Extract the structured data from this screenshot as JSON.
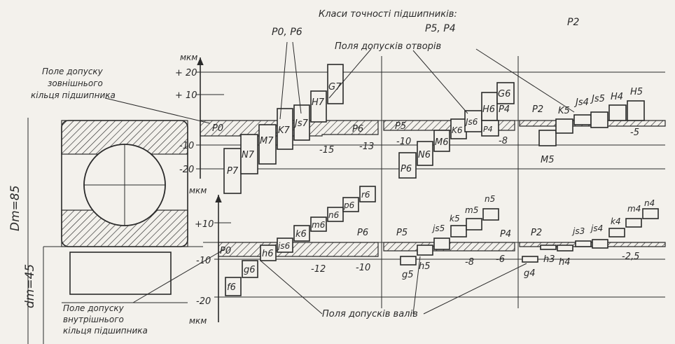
{
  "header": {
    "title": "Класи точності підшипників:",
    "class_p0p6": "P0, P6",
    "class_p5p4": "P5, P4",
    "class_p2": "P2"
  },
  "callouts": {
    "bore_fields": "Поля допусків отворів",
    "shaft_fields": "Поля допусків валів",
    "outer_ring": [
      "Поле допуску",
      "зовнішнього",
      "кільця підшипника"
    ],
    "inner_ring": [
      "Поле допуску",
      "внутрішнього",
      "кільця підшипника"
    ]
  },
  "dimensions": {
    "outer_diameter": "Dm=85",
    "inner_diameter": "dm=45"
  },
  "upper_scale": {
    "unit": "мкм",
    "ticks": [
      "+ 20",
      "+ 10",
      "-10",
      "-20"
    ]
  },
  "lower_scale": {
    "unit_top": "мкм",
    "unit_bottom": "мкм",
    "ticks": [
      "+10",
      "-10",
      "-20"
    ]
  },
  "upper_fields": [
    "P7",
    "N7",
    "M7",
    "K7",
    "Js7",
    "H7",
    "G7",
    "P6",
    "N6",
    "M6",
    "K6",
    "Js6",
    "H6",
    "G6",
    "P4",
    "P2",
    "M5",
    "K5",
    "Js4",
    "Js5",
    "H4",
    "H5"
  ],
  "upper_ring": {
    "labels": [
      "P0",
      "P6",
      "P5",
      "P4",
      "P2"
    ],
    "deviations": [
      "-15",
      "-13",
      "-10",
      "-8",
      "-5"
    ]
  },
  "lower_fields": [
    "f6",
    "g6",
    "h6",
    "js6",
    "k6",
    "m6",
    "n6",
    "p6",
    "r6",
    "g5",
    "h5",
    "js5",
    "k5",
    "m5",
    "n5",
    "g4",
    "h3",
    "h4",
    "js3",
    "js4",
    "k4",
    "m4",
    "n4"
  ],
  "lower_ring": {
    "labels": [
      "P0",
      "P6",
      "P5",
      "P4",
      "P2"
    ],
    "deviations": [
      "-12",
      "-10",
      "-8",
      "-6",
      "-2,5"
    ]
  }
}
